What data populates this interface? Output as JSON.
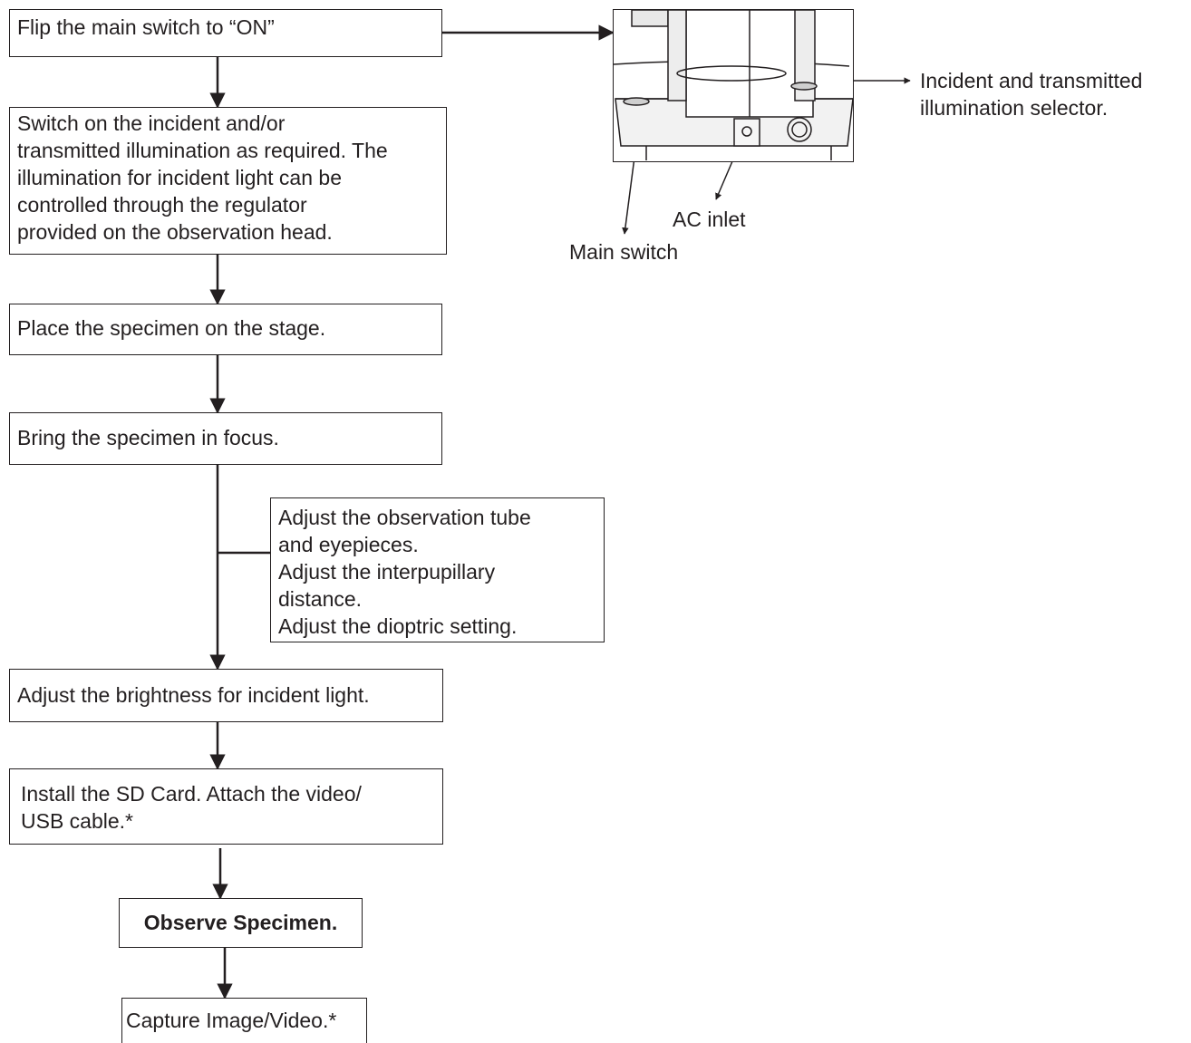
{
  "steps": {
    "main_switch": "Flip the main switch to “ON”",
    "illumination": "Switch on the incident and/or\ntransmitted illumination as required. The\nillumination for incident light can be\ncontrolled through the regulator\nprovided on the observation head.",
    "place": "Place the specimen on the stage.",
    "focus": "Bring the specimen in focus.",
    "adjust_note": "Adjust the observation tube\nand eyepieces.\nAdjust the interpupillary\ndistance.\nAdjust the dioptric setting.",
    "brightness": "Adjust the brightness for incident light.",
    "sd_card": "Install the SD Card. Attach the video/\nUSB cable.*",
    "observe": "Observe Specimen.",
    "capture": "Capture Image/Video.*"
  },
  "callouts": {
    "selector": "Incident and transmitted\nillumination selector.",
    "ac_inlet": "AC inlet",
    "main_switch": "Main switch"
  }
}
